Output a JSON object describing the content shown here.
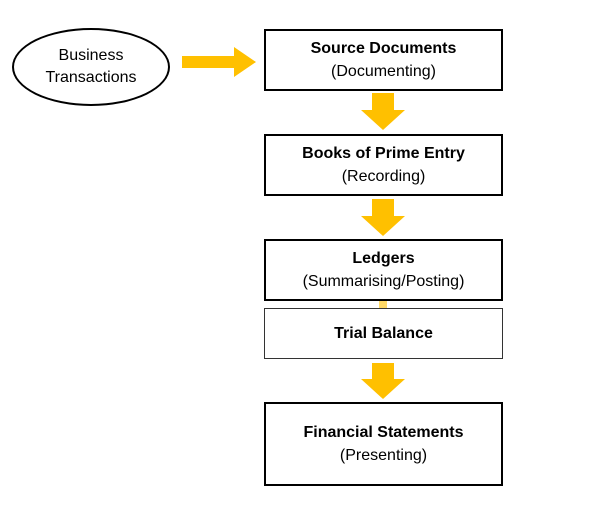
{
  "diagram": {
    "start_node": {
      "line1": "Business",
      "line2": "Transactions"
    },
    "steps": [
      {
        "title": "Source Documents",
        "subtitle": "(Documenting)"
      },
      {
        "title": "Books of Prime Entry",
        "subtitle": "(Recording)"
      },
      {
        "title": "Ledgers",
        "subtitle": "(Summarising/Posting)"
      },
      {
        "title": "Trial Balance",
        "subtitle": ""
      },
      {
        "title": "Financial Statements",
        "subtitle": "(Presenting)"
      }
    ],
    "colors": {
      "arrow": "#FFC000",
      "arrow_light": "#FFD966",
      "border": "#000000"
    }
  }
}
